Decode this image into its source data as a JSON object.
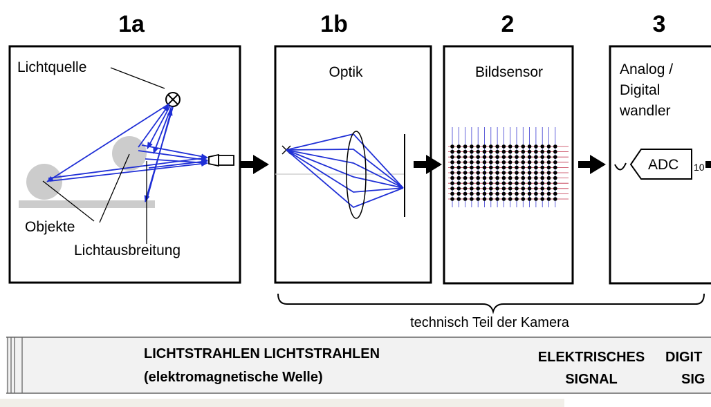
{
  "headers": [
    "1a",
    "1b",
    "2",
    "3"
  ],
  "box1a": {
    "light_source": "Lichtquelle",
    "objects": "Objekte",
    "propagation": "Lichtausbreitung"
  },
  "box1b": {
    "title": "Optik"
  },
  "box2": {
    "title": "Bildsensor"
  },
  "box3": {
    "title_lines": [
      "Analog /",
      "Digital",
      "wandler"
    ],
    "adc": "ADC",
    "adc_sub": "10"
  },
  "brace_label": "technisch Teil der Kamera",
  "band": {
    "col1_line1": "LICHTSTRAHLEN  LICHTSTRAHLEN",
    "col1_line2": "(elektromagnetische Welle)",
    "col2_line1": "ELEKTRISCHES",
    "col2_line2": "SIGNAL",
    "col3_line1": "DIGIT",
    "col3_line2": "SIG"
  },
  "colors": {
    "rays": "#1f2fd6",
    "band": "#f2f2f2",
    "objects": "#cccccc",
    "sensor_lines": "#c0304a",
    "footer_strip": "#f1efe9"
  }
}
